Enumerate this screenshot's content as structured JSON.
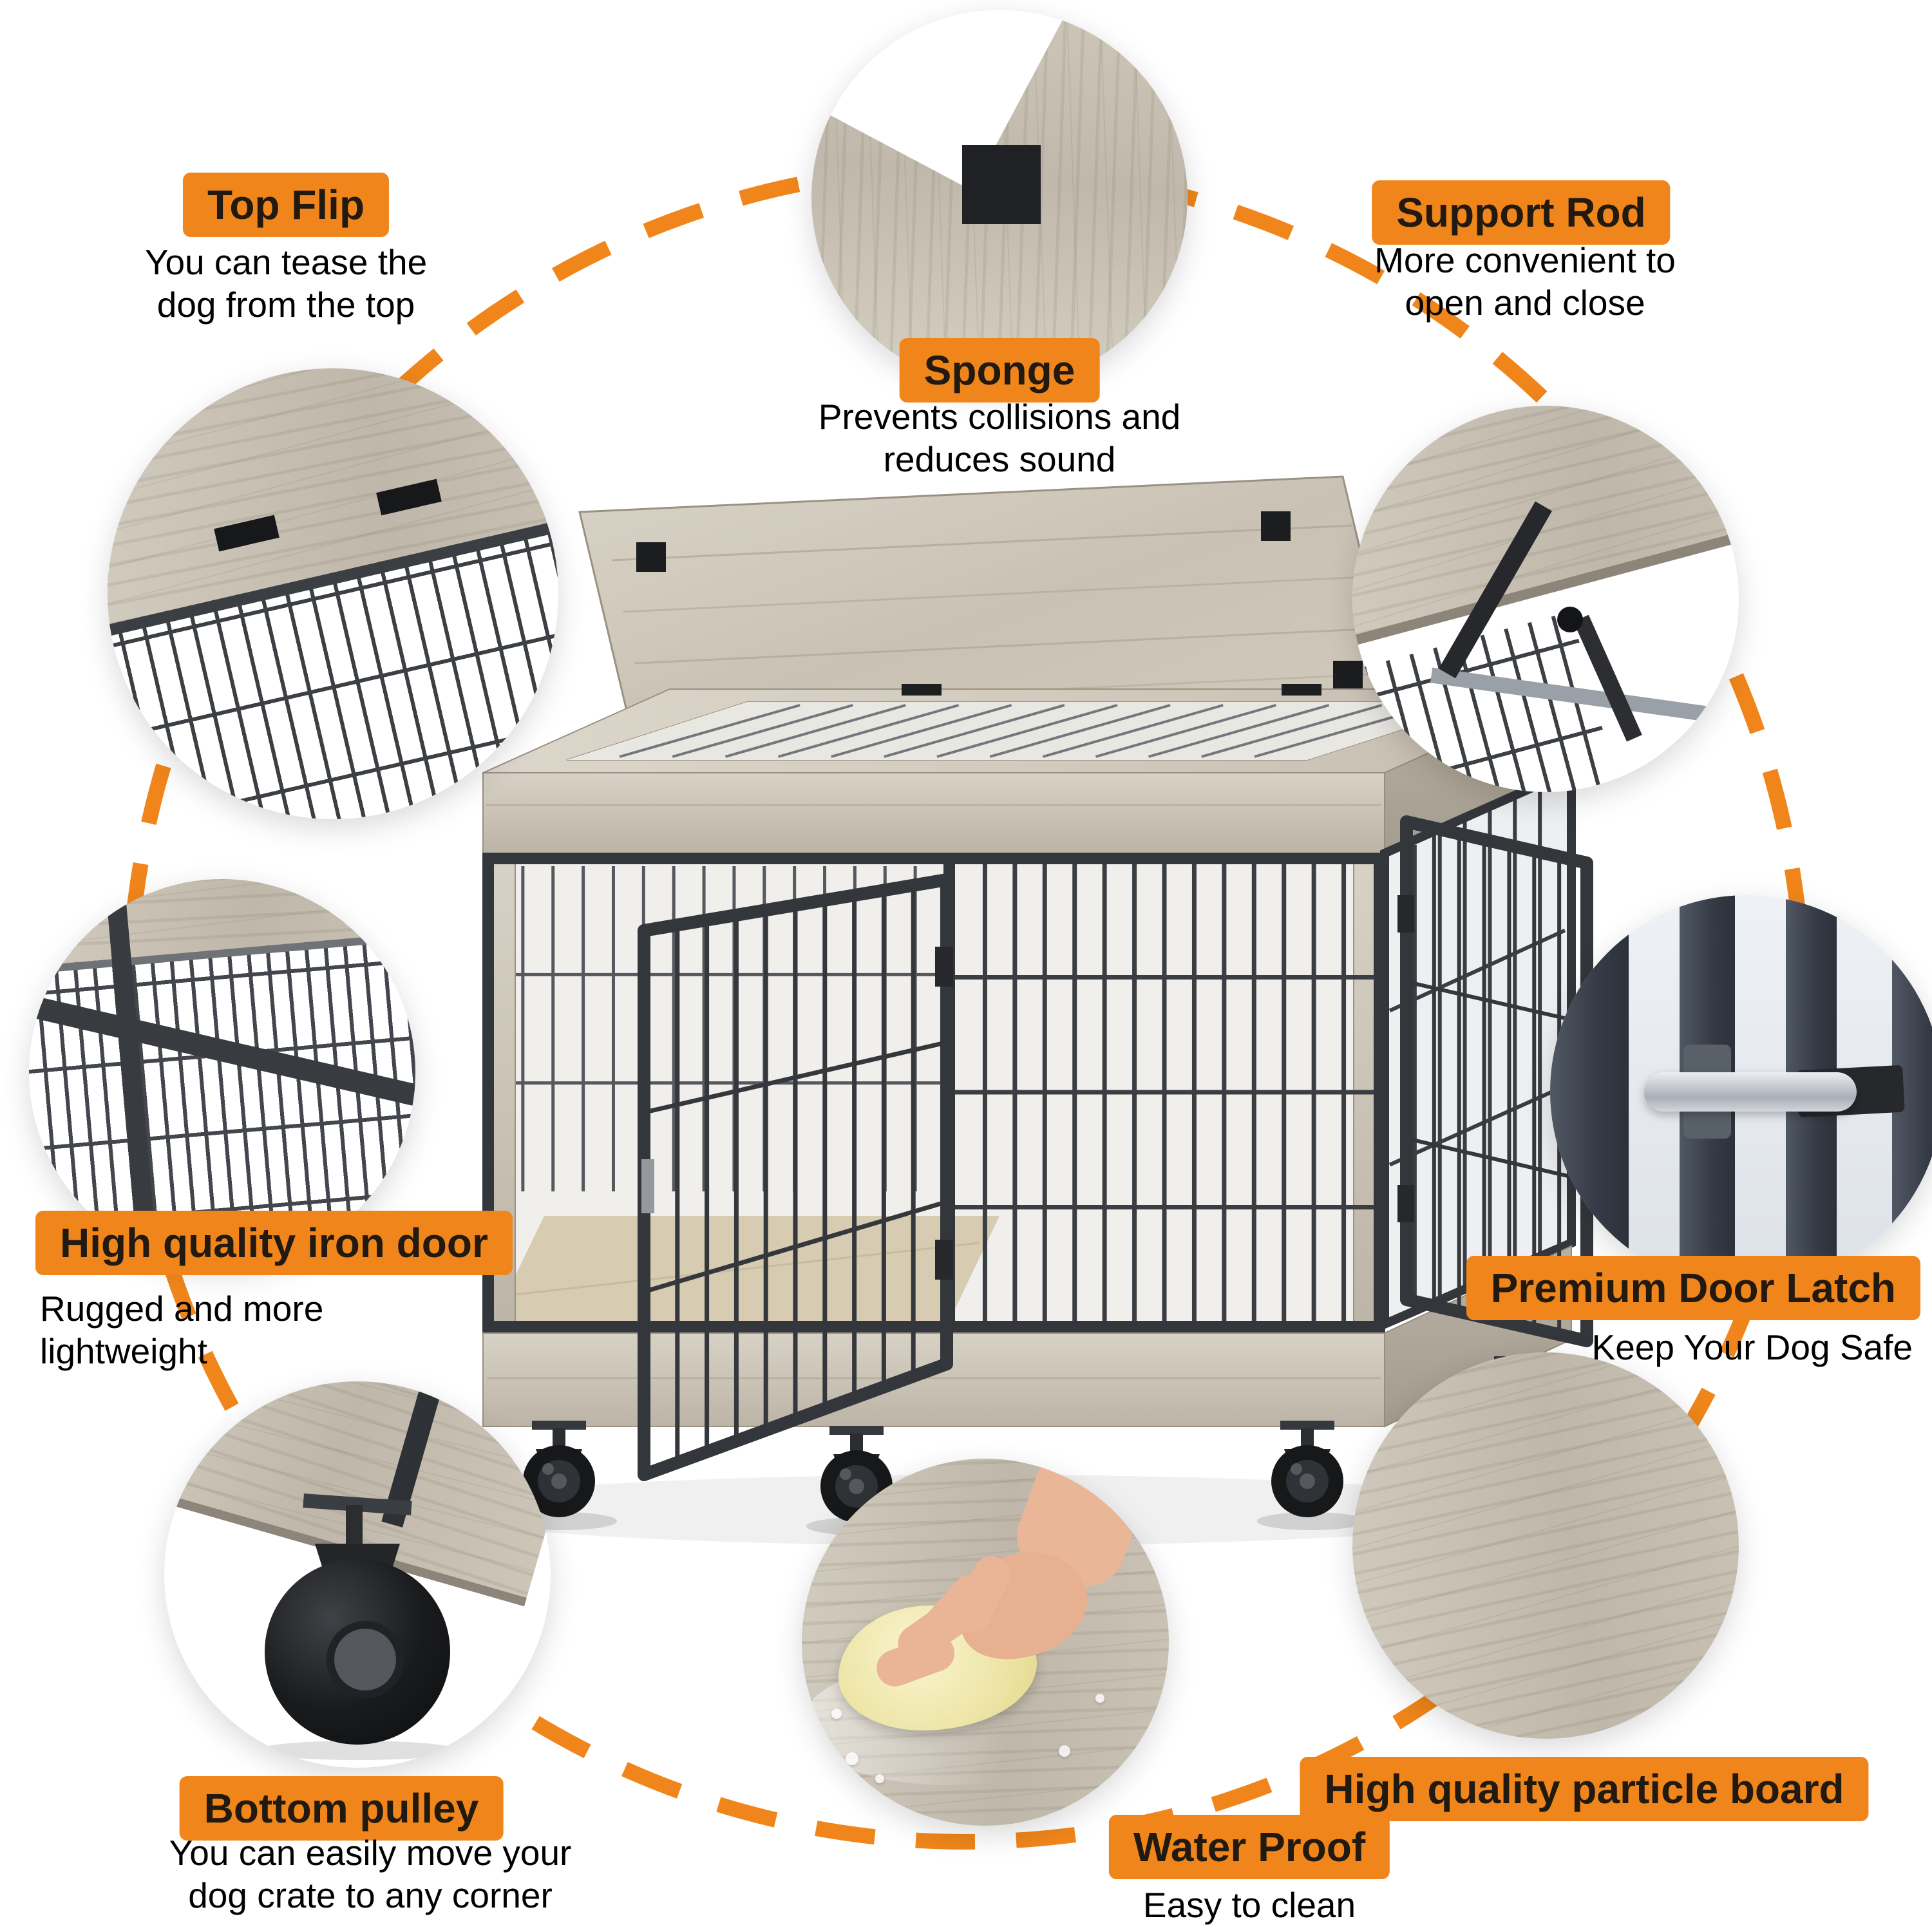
{
  "colors": {
    "accent": "#F0861B",
    "label_text": "#221a10",
    "wood": "#c6beb0",
    "frame": "#33363b"
  },
  "callouts": {
    "top_flip": {
      "label": "Top Flip",
      "desc": "You can tease the\ndog from the top"
    },
    "sponge": {
      "label": "Sponge",
      "desc": "Prevents collisions and\nreduces sound"
    },
    "support_rod": {
      "label": "Support Rod",
      "desc": "More convenient to\nopen and close"
    },
    "iron_door": {
      "label": "High quality iron door",
      "desc": "Rugged and more\nlightweight"
    },
    "door_latch": {
      "label": "Premium Door Latch",
      "desc": "Keep Your Dog Safe"
    },
    "bottom_pulley": {
      "label": "Bottom pulley",
      "desc": "You can easily move your\ndog crate to any corner"
    },
    "water_proof": {
      "label": "Water Proof",
      "desc": "Easy to clean"
    },
    "particle_board": {
      "label": "High quality particle board"
    }
  }
}
